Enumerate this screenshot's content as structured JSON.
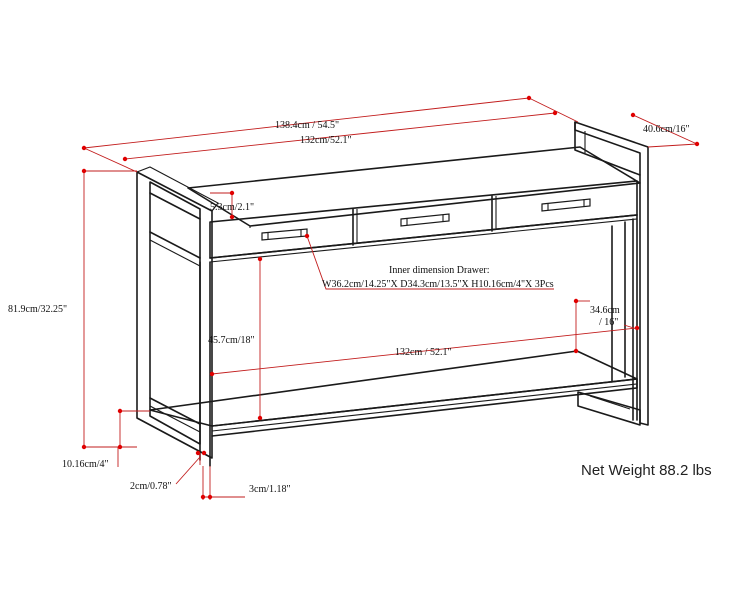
{
  "accent_color": "#e00000",
  "line_color": "#c21d1d",
  "dimensions": {
    "overall_width": "138.4cm / 54.5\"",
    "inner_width_top": "132cm/52.1\"",
    "depth": "40.6cm/16\"",
    "height": "81.9cm/32.25\"",
    "top_thickness": "5.3cm/2.1\"",
    "drawer_label": "Inner dimension Drawer:",
    "drawer_dims": "W36.2cm/14.25\"X D34.3cm/13.5\"X H10.16cm/4\"X 3Pcs",
    "shelf_height": "45.7cm/18\"",
    "inner_width_bottom": "132cm / 52.1\"",
    "side_depth_a": "34.6cm",
    "side_depth_b": "/ 16\"",
    "base_height": "10.16cm/4\"",
    "frame_thickness": "2cm/0.78\"",
    "leg_width": "3cm/1.18\""
  },
  "net_weight": "Net Weight 88.2 lbs"
}
